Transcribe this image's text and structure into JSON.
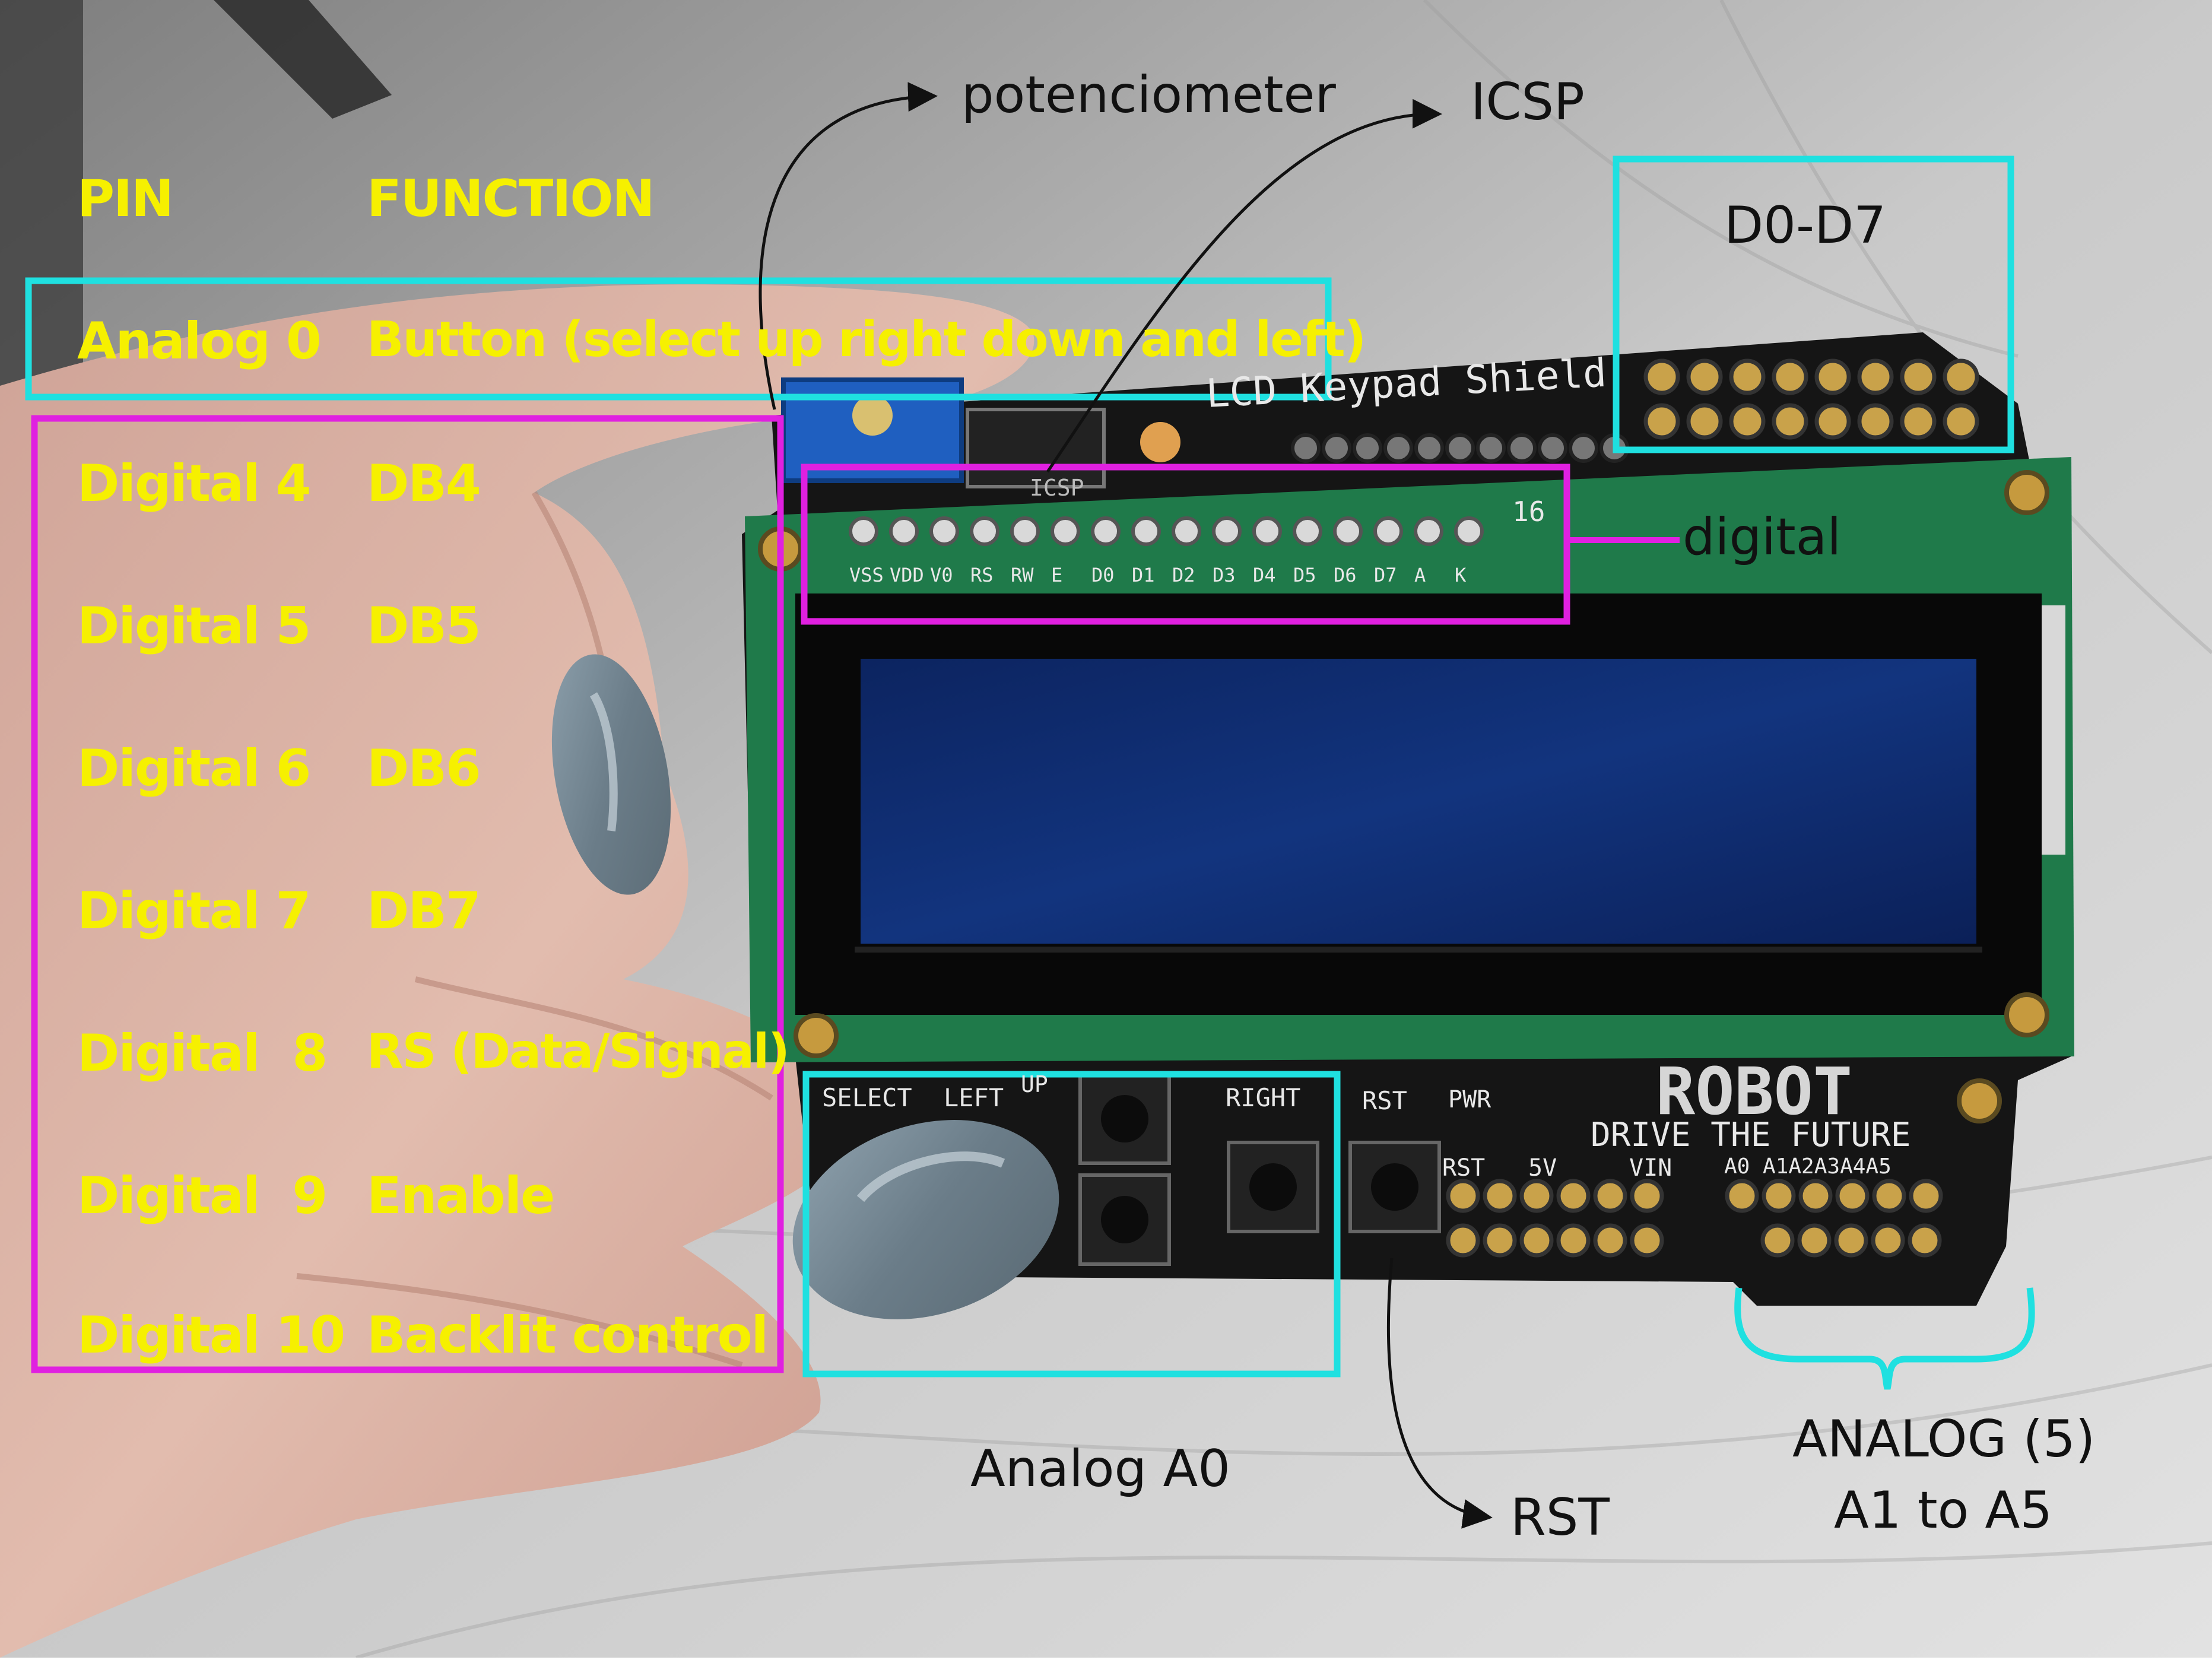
{
  "table": {
    "header": {
      "pin": "PIN",
      "function": "FUNCTION"
    },
    "rows": [
      {
        "pin": "Analog 0",
        "function": "Button (select up right down and left)"
      },
      {
        "pin": "Digital 4",
        "function": "DB4"
      },
      {
        "pin": "Digital 5",
        "function": "DB5"
      },
      {
        "pin": "Digital 6",
        "function": "DB6"
      },
      {
        "pin": "Digital 7",
        "function": "DB7"
      },
      {
        "pin": "Digital  8",
        "function": "RS (Data/Signal)"
      },
      {
        "pin": "Digital  9",
        "function": "Enable"
      },
      {
        "pin": "Digital 10",
        "function": "Backlit control"
      }
    ]
  },
  "callouts": {
    "potenciometer": "potenciometer",
    "icsp": "ICSP",
    "d0_d7": "D0-D7",
    "digital": "digital",
    "analog_a0": "Analog A0",
    "rst": "RST",
    "analog_5_line1": "ANALOG (5)",
    "analog_5_line2": "A1 to A5"
  },
  "board": {
    "title": "LCD Keypad Shield",
    "pin_labels": [
      "VSS",
      "VDD",
      "V0",
      "RS",
      "RW",
      "E",
      "D0",
      "D1",
      "D2",
      "D3",
      "D4",
      "D5",
      "D6",
      "D7",
      "A",
      "K"
    ],
    "pin_count_label": "16",
    "icsp_label": "ICSP",
    "brand": "ROBOT",
    "slogan": "DRIVE THE FUTURE",
    "button_labels": {
      "select": "SELECT",
      "left": "LEFT",
      "up": "UP",
      "right": "RIGHT",
      "rst": "RST",
      "pwr": "PWR"
    },
    "header_labels": {
      "rst": "RST",
      "5v": "5V",
      "vin": "VIN",
      "analog": "A0 A1A2A3A4A5"
    }
  },
  "colors": {
    "label_yellow": "#f6f000",
    "box_cyan": "#1fe0e0",
    "box_magenta": "#e020e0",
    "pcb_green": "#1f7a4a",
    "lcd_blue": "#0f2a6e",
    "nail_grey": "#6f8290"
  }
}
